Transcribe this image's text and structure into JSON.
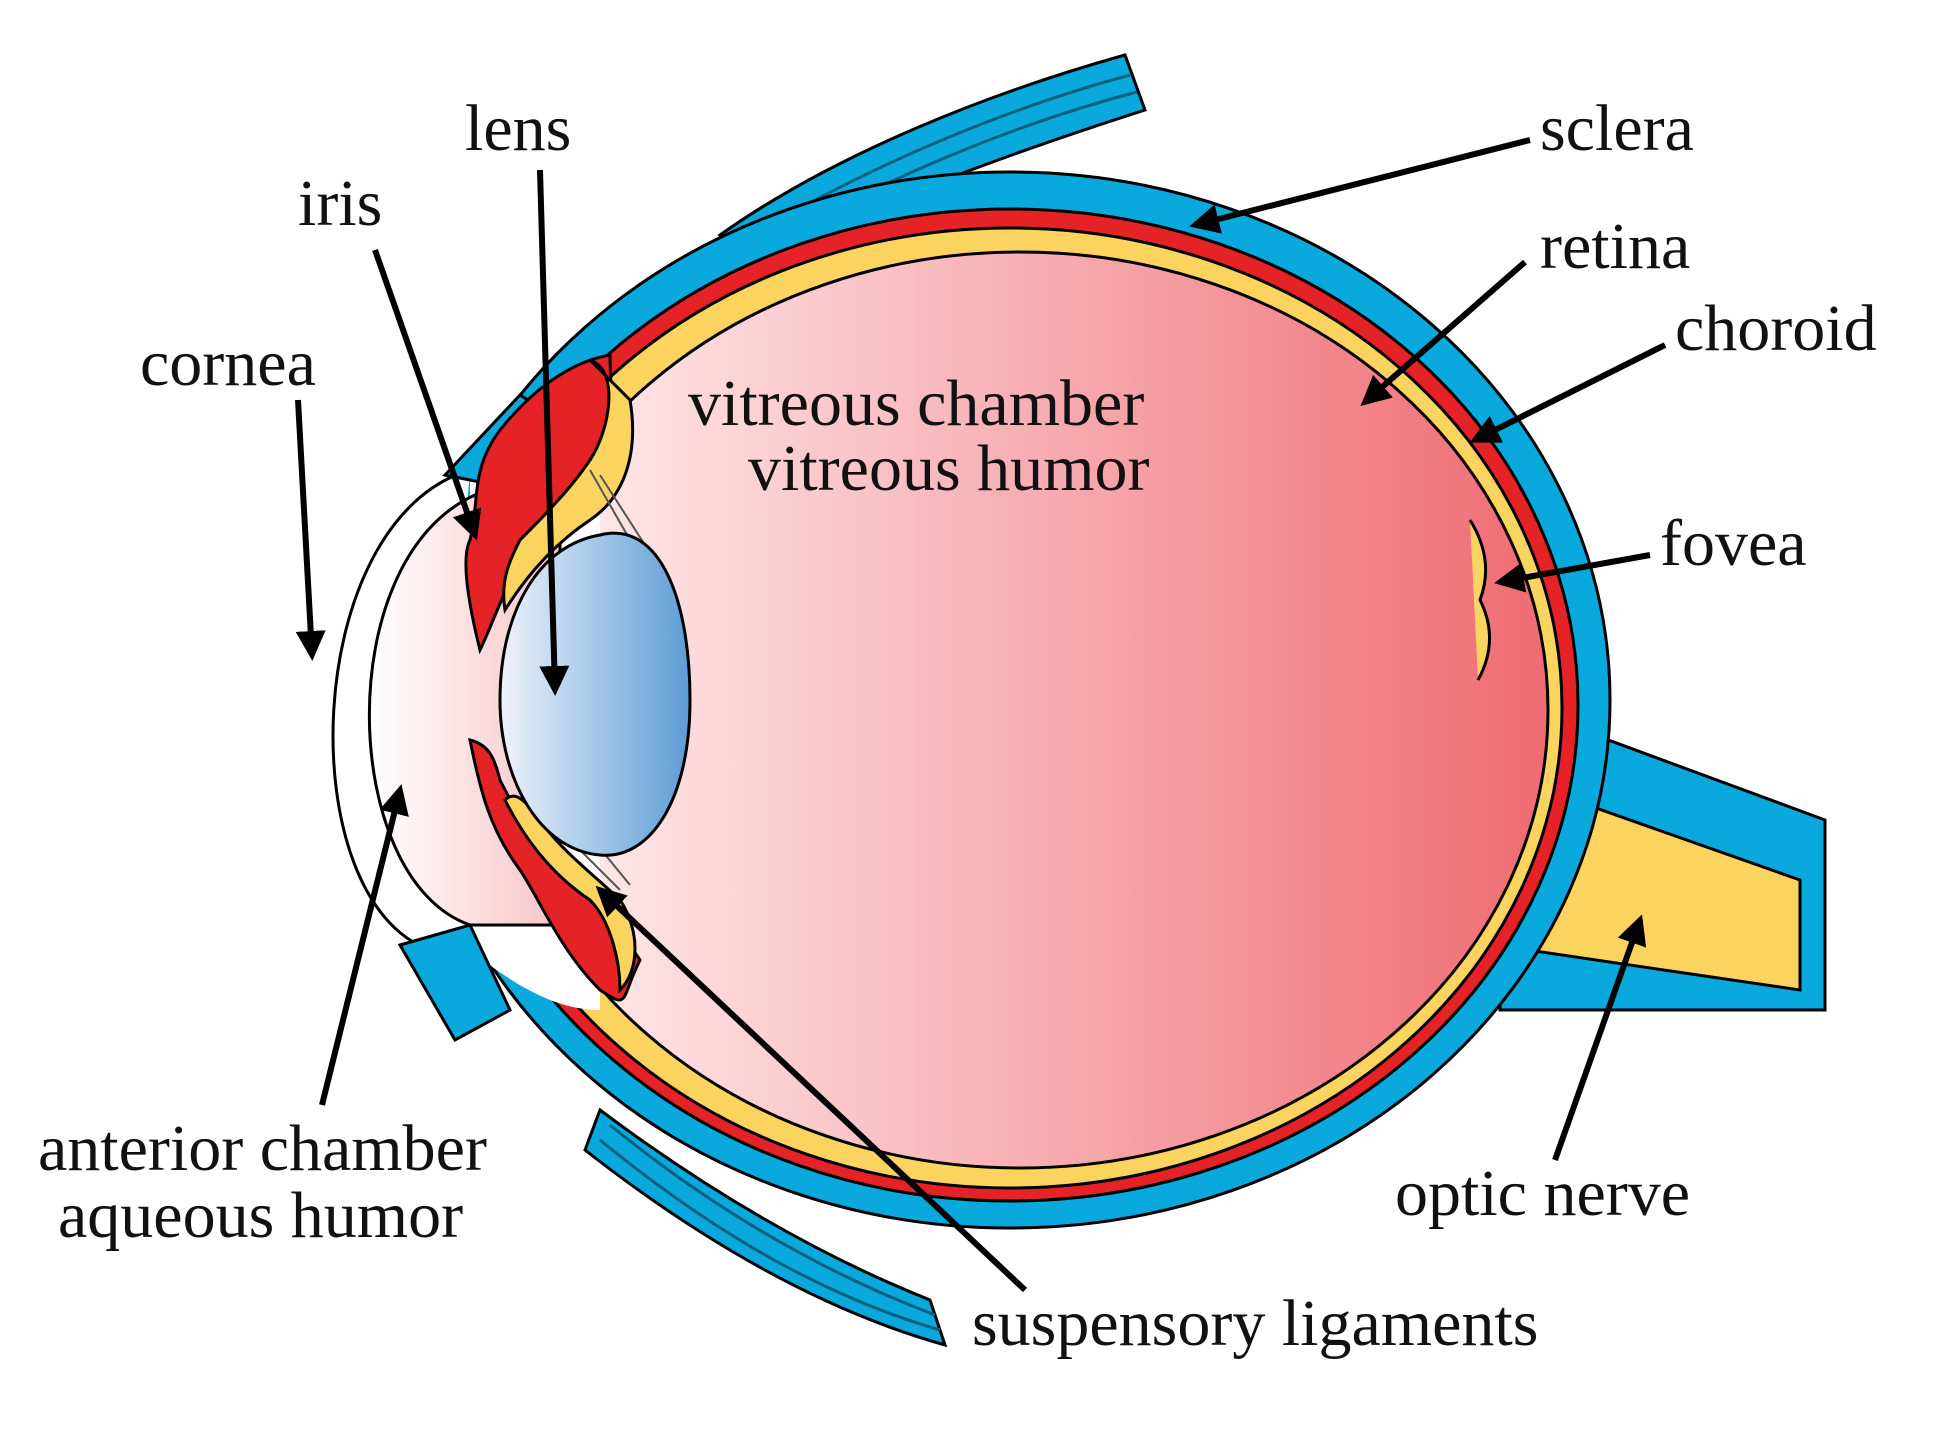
{
  "colors": {
    "sclera": "#0aa9dd",
    "choroid": "#e52226",
    "retina": "#fbd35f",
    "vitreous_light": "#fde8e8",
    "vitreous_dark": "#ef6b73",
    "lens_light": "#e9f0fb",
    "lens_dark": "#5d9cd6",
    "muscle": "#1592c7",
    "cornea_fill": "#ffffff"
  },
  "icons": {
    "arrowhead": "arrowhead-icon"
  },
  "labels": {
    "lens": "lens",
    "iris": "iris",
    "cornea": "cornea",
    "sclera": "sclera",
    "retina": "retina",
    "choroid": "choroid",
    "fovea": "fovea",
    "vitreous_line1": "vitreous chamber",
    "vitreous_line2": "vitreous humor",
    "anterior_line1": "anterior chamber",
    "anterior_line2": "aqueous humor",
    "optic_nerve": "optic nerve",
    "suspensory": "suspensory ligaments"
  }
}
